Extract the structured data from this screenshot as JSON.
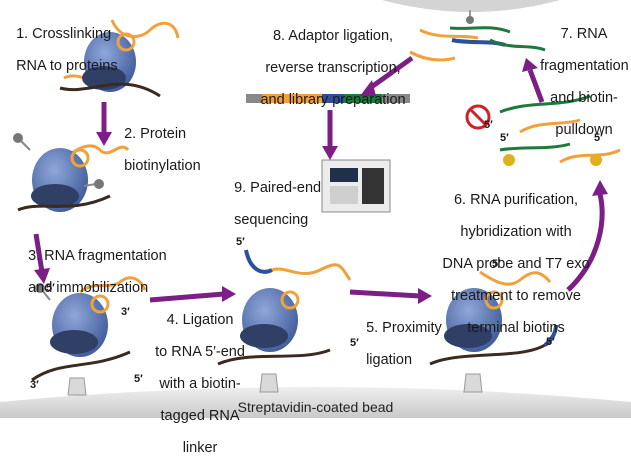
{
  "steps": [
    {
      "lines": [
        "1. Crosslinking",
        "RNA to proteins"
      ]
    },
    {
      "lines": [
        "2. Protein",
        "biotinylation"
      ]
    },
    {
      "lines": [
        "3. RNA fragmentation",
        "and immobilization"
      ]
    },
    {
      "lines": [
        "4. Ligation",
        "to RNA 5′-end",
        "with a biotin-",
        "tagged RNA",
        "linker"
      ]
    },
    {
      "lines": [
        "5. Proximity",
        "ligation"
      ]
    },
    {
      "lines": [
        "6. RNA purification,",
        "hybridization with",
        "DNA probe and T7 exo",
        "treatment to remove",
        "terminal biotins"
      ]
    },
    {
      "lines": [
        "7. RNA",
        "fragmentation",
        "and biotin-",
        "pulldown"
      ]
    },
    {
      "lines": [
        "8. Adaptor ligation,",
        "reverse transcription,",
        "and library preparation"
      ]
    },
    {
      "lines": [
        "9. Paired-end",
        "sequencing"
      ]
    }
  ],
  "bead_label": "Streptavidin-coated bead",
  "end_labels": {
    "five_prime": "5′",
    "three_prime": "3′"
  },
  "colors": {
    "arrow": "#7b1f86",
    "protein": "#5b79b8",
    "protein_dark": "#2f3f66",
    "rna": "#f0a13c",
    "rna_dark": "#3a2a20",
    "linker": "#2d4f9c",
    "probe": "#1d7a3a",
    "biotin": "#e0b11a",
    "bead": "#d9d9d9"
  },
  "icons": [
    "sequencer-icon",
    "no-symbol-icon",
    "biotin-icon",
    "streptavidin-stand-icon"
  ]
}
